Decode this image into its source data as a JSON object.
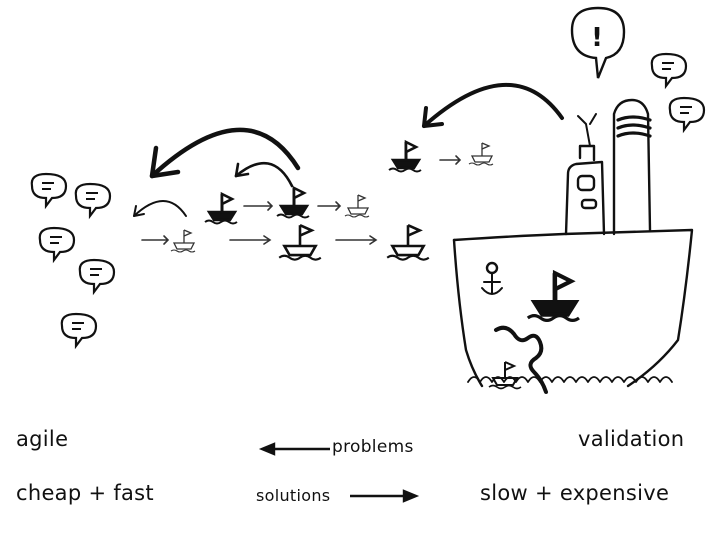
{
  "labels": {
    "agile": "agile",
    "cheap_fast": "cheap + fast",
    "validation": "validation",
    "slow_expensive": "slow + expensive",
    "problems": "problems",
    "solutions": "solutions"
  },
  "icons": {
    "exclamation": "!",
    "speech_bubble": "speech-bubble-icon",
    "small_boat": "small-boat-icon",
    "big_ship": "big-ship-icon"
  },
  "colors": {
    "ink": "#111111",
    "background": "#ffffff"
  }
}
